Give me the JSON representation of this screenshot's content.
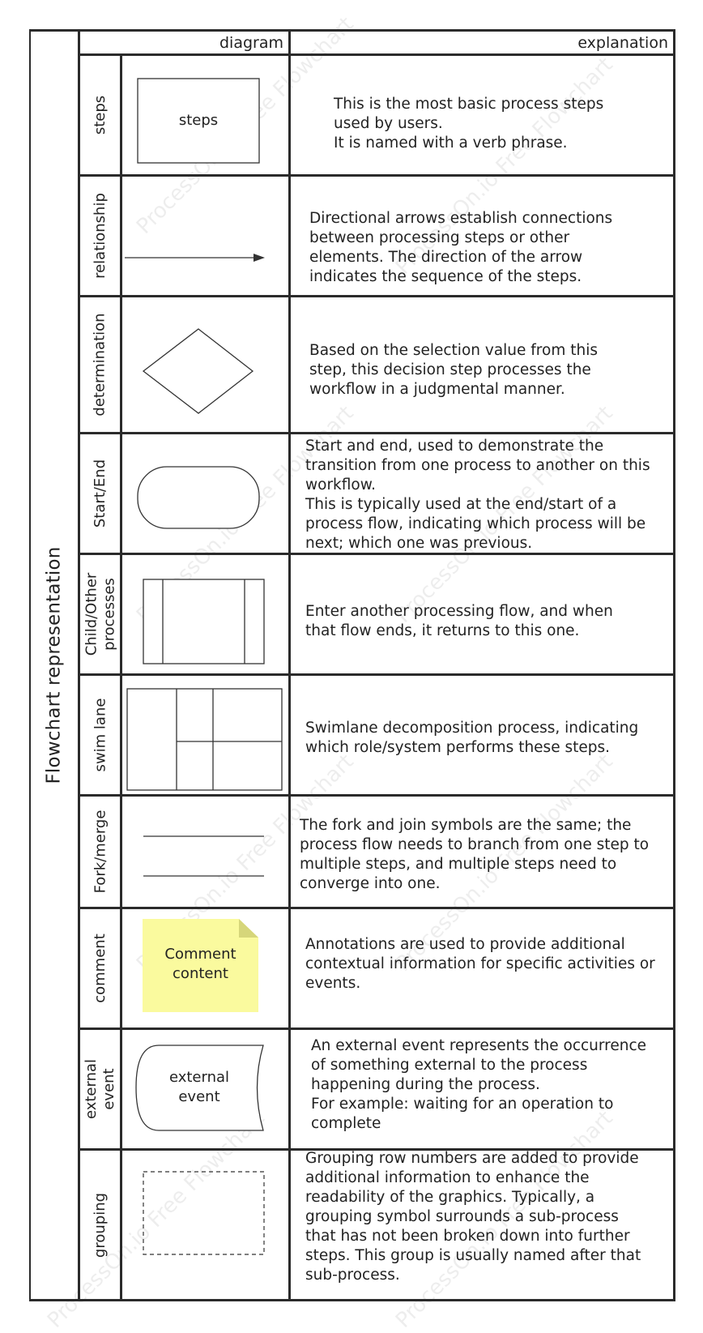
{
  "title": "Flowchart representation",
  "headers": {
    "diagram": "diagram",
    "explanation": "explanation"
  },
  "rows": [
    {
      "label": "steps",
      "shape": "steps",
      "explanation": "This is the most basic process steps\nused by users.\nIt is named with a verb phrase."
    },
    {
      "label": "relationship",
      "explanation": "Directional arrows establish connections\nbetween processing steps or other\nelements. The direction of the arrow\nindicates the sequence of the steps."
    },
    {
      "label": "determination",
      "explanation": "Based on the selection value from this\nstep, this decision step processes the\nworkflow in a judgmental manner."
    },
    {
      "label": "Start/End",
      "explanation": "Start and end, used to demonstrate the\ntransition from one process to another on this\nworkflow.\nThis is typically used at the end/start of a\nprocess flow, indicating which process will be\nnext; which one was previous."
    },
    {
      "label": "Child/Other\nprocesses",
      "explanation": "Enter another processing flow, and when\nthat flow ends, it returns to this one."
    },
    {
      "label": "swim lane",
      "explanation": "Swimlane decomposition process, indicating\nwhich role/system performs these steps."
    },
    {
      "label": "Fork/merge",
      "explanation": "The fork and join symbols are the same; the\nprocess flow needs to branch from one step to\nmultiple steps, and multiple steps need to\nconverge into one."
    },
    {
      "label": "comment",
      "shape": "Comment\ncontent",
      "explanation": "Annotations are used to provide additional\ncontextual information for specific activities or\nevents."
    },
    {
      "label": "external\nevent",
      "shape": "external\nevent",
      "explanation": "An external event represents the occurrence\nof something external to the process\nhappening during the process.\nFor example: waiting for an operation to\ncomplete"
    },
    {
      "label": "grouping",
      "explanation": "Grouping row numbers are added to provide\nadditional information to enhance the\nreadability of the graphics. Typically, a\ngrouping symbol surrounds a sub-process\nthat has not been broken down into further\nsteps. This group is usually named after that\nsub-process."
    }
  ],
  "watermark": "ProcessOn.io Free Flowchart",
  "colors": {
    "line": "#2b2b2b",
    "comment_fill": "#fafa9e",
    "comment_fold": "#d6d67a"
  }
}
